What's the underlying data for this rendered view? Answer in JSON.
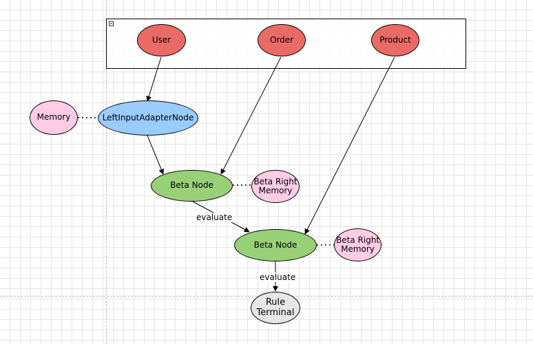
{
  "colors": {
    "source": "#ea6b66",
    "adapter": "#99ccff",
    "beta": "#97d077",
    "memory": "#ffcce6",
    "terminal": "#e6e6e6"
  },
  "nodes": {
    "user": "User",
    "order": "Order",
    "product": "Product",
    "memory": "Memory",
    "left_input_adapter": "LeftInputAdapterNode",
    "beta_node_1": "Beta Node",
    "beta_right_memory_1": "Beta Right\nMemory",
    "beta_node_2": "Beta Node",
    "beta_right_memory_2": "Beta Right\nMemory",
    "rule_terminal": "Rule\nTerminal"
  },
  "edge_labels": {
    "evaluate_1": "evaluate",
    "evaluate_2": "evaluate"
  }
}
